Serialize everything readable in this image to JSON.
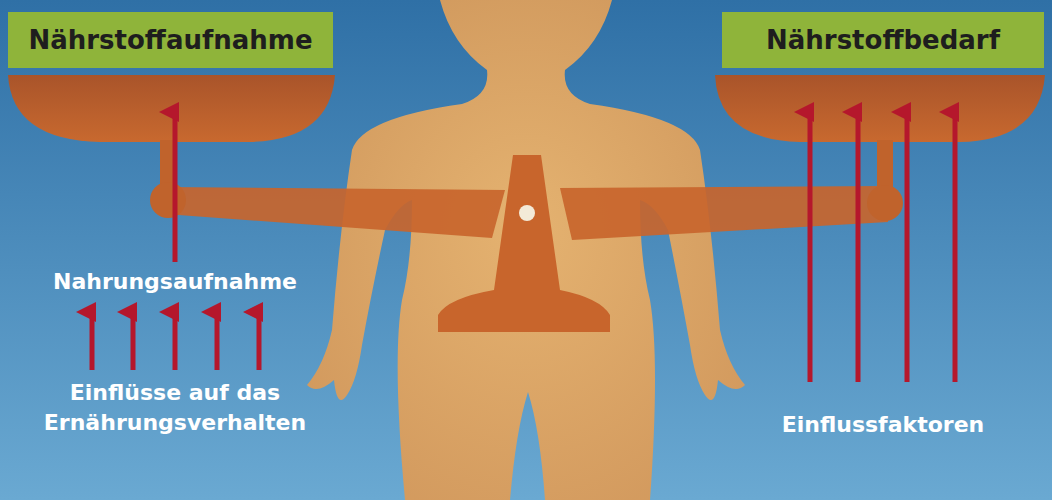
{
  "diagram": {
    "nodes": [
      {
        "text": [
          "Nährstoffaufnahme"
        ]
      },
      {
        "text": [
          "Nährstoffbedarf"
        ]
      }
    ],
    "labels": [
      "Nahrungsaufnahme",
      "Einflüsse auf das Ernährungsverhalten",
      "Einflussfaktoren"
    ]
  }
}
